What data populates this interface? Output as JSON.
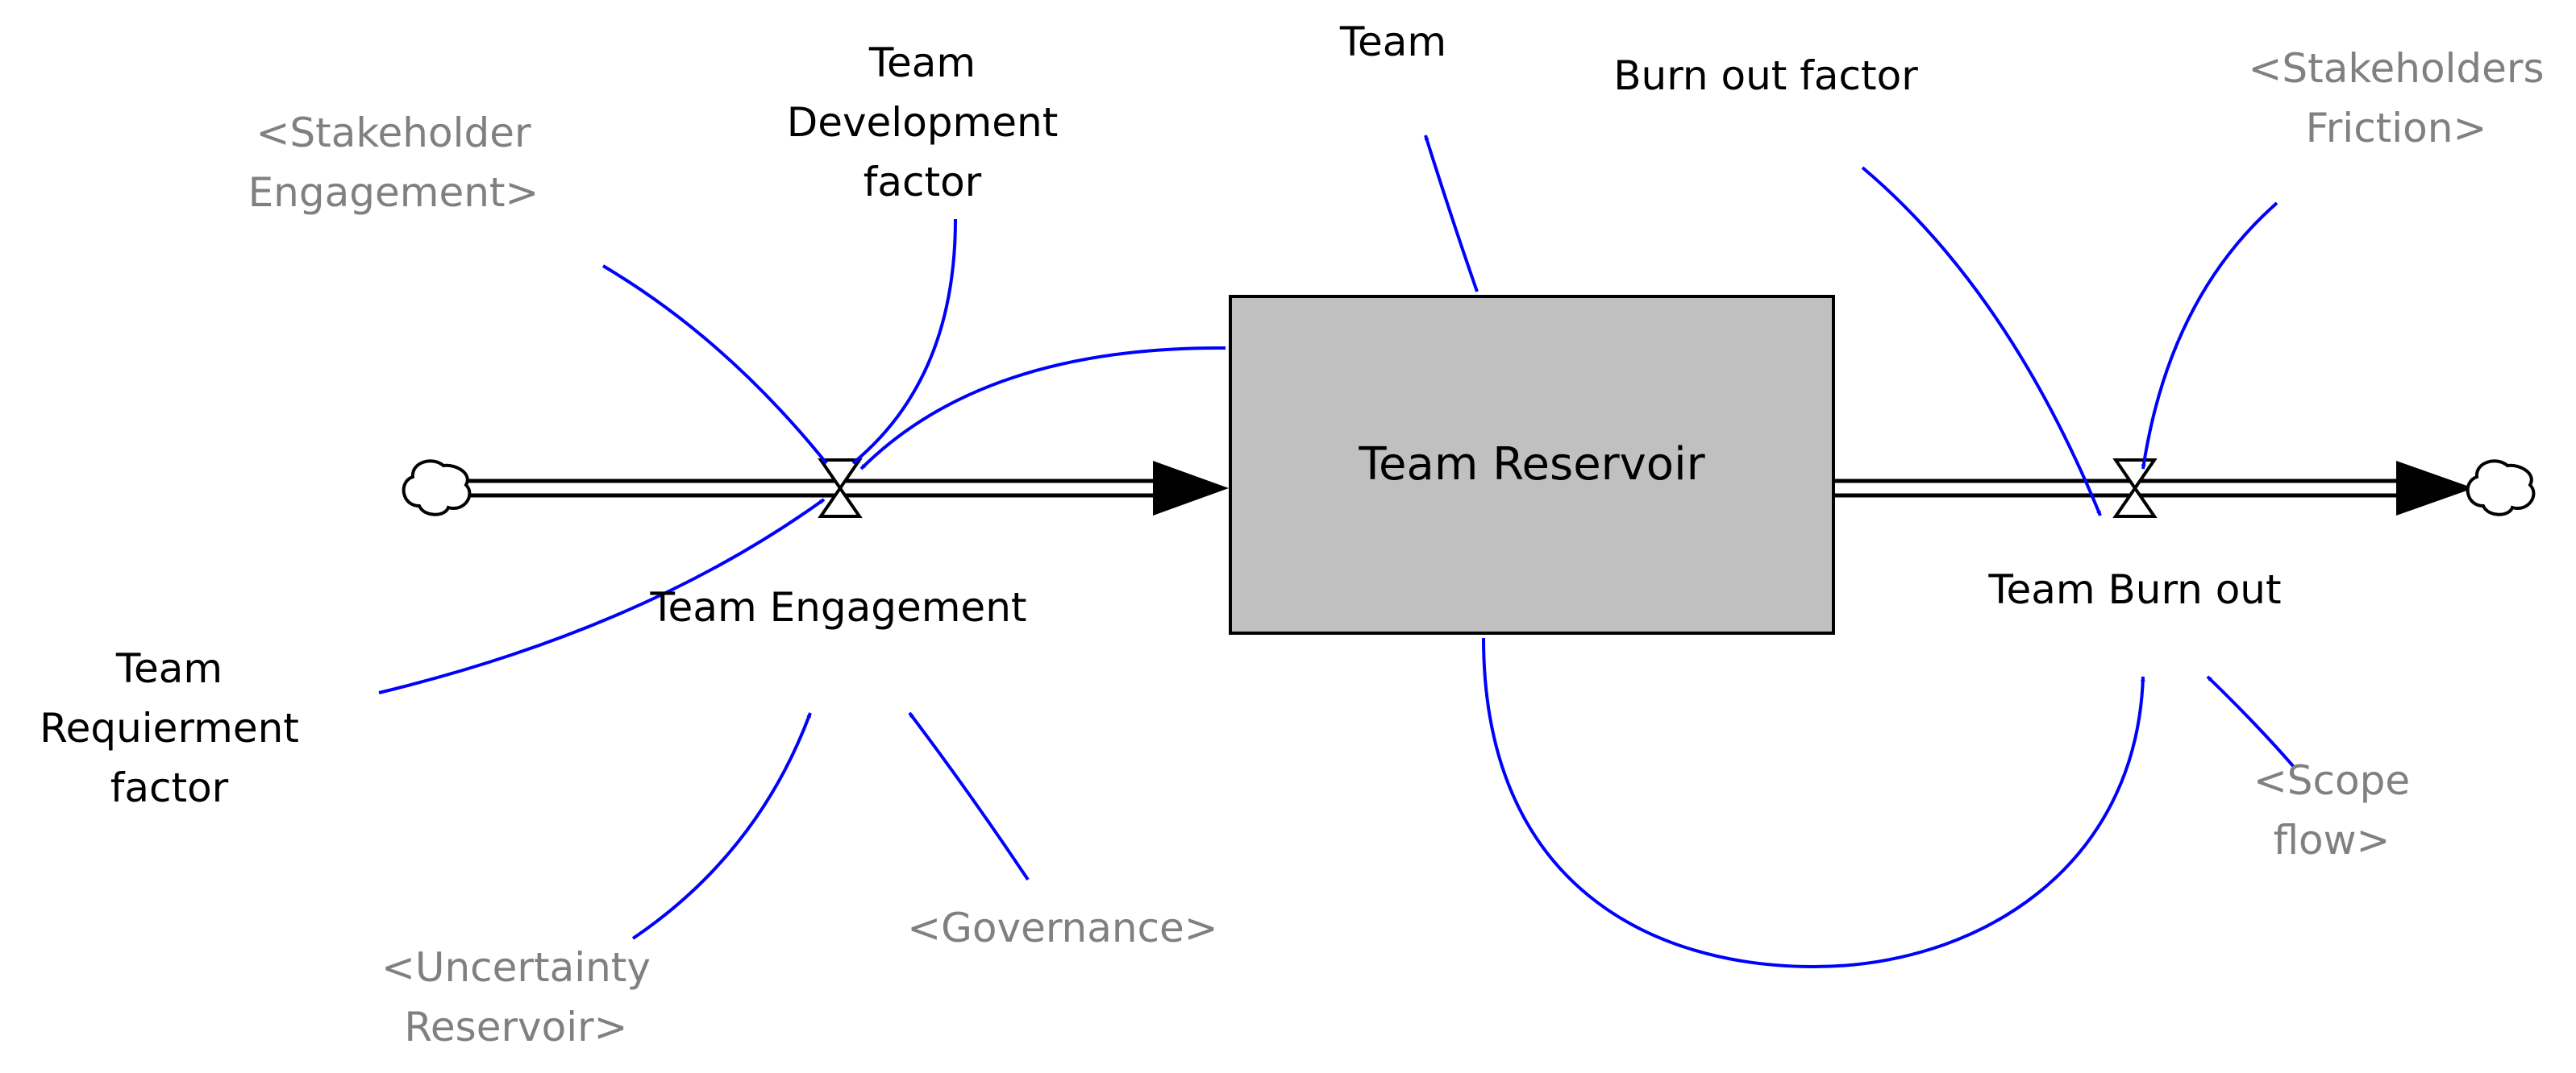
{
  "colors": {
    "link_arrow": "#0000ff",
    "stock_fill": "#c0c0c0",
    "shadow_text": "#808080",
    "text": "#000000"
  },
  "stock": {
    "name": "Team Reservoir"
  },
  "flows": {
    "inflow": "Team Engagement",
    "outflow": "Team Burn out"
  },
  "variables": {
    "team": "Team",
    "team_development_factor": "Team\nDevelopment\nfactor",
    "burn_out_factor": "Burn out factor",
    "team_requierment_factor": "Team\nRequierment\nfactor"
  },
  "shadow_variables": {
    "stakeholder_engagement": "<Stakeholder\nEngagement>",
    "stakeholders_friction": "<Stakeholders\nFriction>",
    "uncertainty_reservoir": "<Uncertainty\nReservoir>",
    "governance": "<Governance>",
    "scope_flow": "<Scope flow>"
  },
  "icons": [
    "cloud-source-icon",
    "cloud-sink-icon",
    "valve-icon"
  ]
}
